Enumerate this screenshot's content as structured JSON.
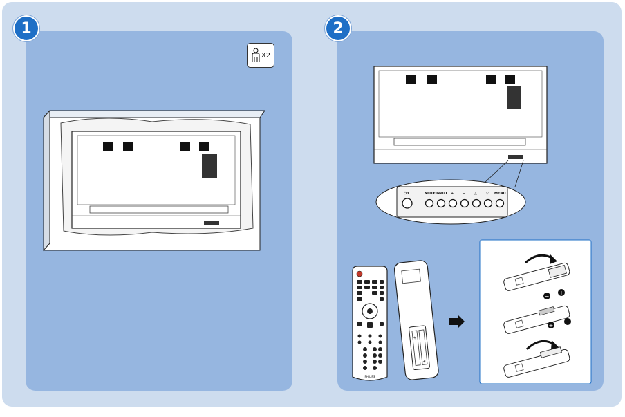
{
  "steps": [
    {
      "number": "1",
      "person_badge": {
        "icon": "two-person-icon",
        "label": "X2"
      }
    },
    {
      "number": "2"
    }
  ],
  "control_panel": {
    "buttons": [
      "⏻/I",
      "MUTE",
      "INPUT",
      "+",
      "−",
      "△",
      "▽",
      "MENU"
    ]
  },
  "remote_brand": "PHILIPS",
  "battery_polarity": {
    "plus": "+",
    "minus": "−"
  },
  "colors": {
    "frame": "#cddcee",
    "panel": "#96b6e0",
    "badge": "#1e6fc6",
    "remote_power": "#c0392b"
  }
}
